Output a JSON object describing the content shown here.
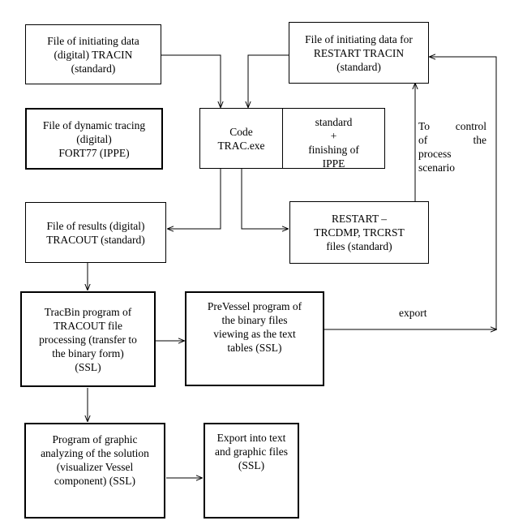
{
  "boxes": {
    "tracin": "File of initiating data\n(digital) TRACIN\n(standard)",
    "restart_tracin": "File of initiating data for\nRESTART TRACIN\n(standard)",
    "fort77": "File of dynamic tracing\n(digital)\nFORT77 (IPPE)",
    "code": "Code\nTRAC.exe",
    "standard": "standard\n+\nfinishing of\nIPPE",
    "results": "File of results (digital)\nTRACOUT (standard)",
    "restart_files": "RESTART –\nTRCDMP, TRCRST\nfiles (standard)",
    "tracbin": "TracBin program of\nTRACOUT file\nprocessing (transfer to\nthe binary form)\n(SSL)",
    "prevessel": "PreVessel program of\nthe binary files\nviewing as the text\ntables (SSL)",
    "graphic": "Program of graphic\nanalyzing of the solution\n(visualizer  Vessel\ncomponent) (SSL)",
    "export_files": "Export into text\nand graphic files\n(SSL)"
  },
  "labels": {
    "control_line1": "To  control",
    "control_line2": "of  the",
    "control_line3": "process",
    "control_line4": "scenario",
    "export": "export"
  }
}
